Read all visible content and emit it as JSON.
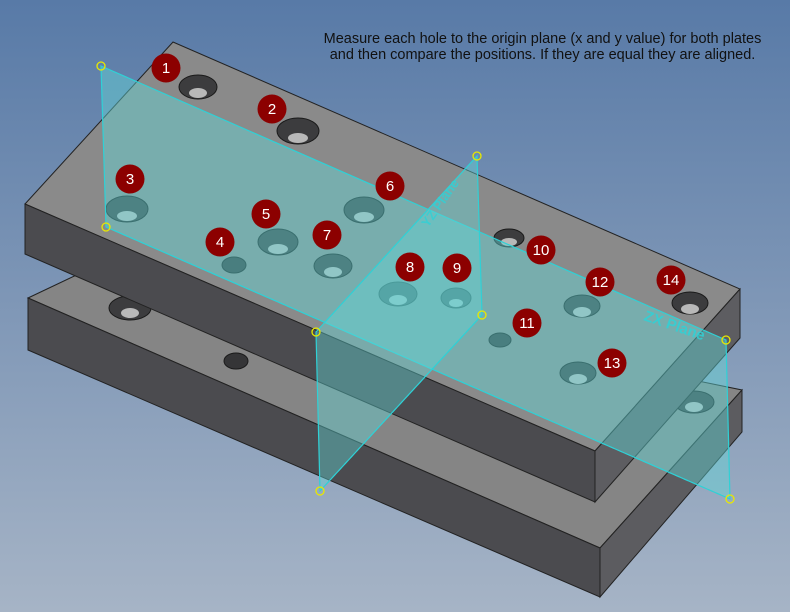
{
  "instruction": "Measure each hole to the origin plane (x and y value) for both plates and then compare the positions. If they are equal they are aligned.",
  "planes": {
    "zx_label": "ZX Plane",
    "yz_label": "YZ Plane"
  },
  "colors": {
    "background_top": "#5b7ba6",
    "background_bottom": "#9fb0c4",
    "plate_top": "#878787",
    "plate_side": "#5d5d60",
    "plate_front": "#4a4a4e",
    "plane_fill": "#62d6d6",
    "plane_edge": "#2fd1d6",
    "badge": "#8c0000",
    "handle": "#e8e800"
  },
  "badges": [
    "1",
    "2",
    "3",
    "4",
    "5",
    "6",
    "7",
    "8",
    "9",
    "10",
    "11",
    "12",
    "13",
    "14"
  ]
}
